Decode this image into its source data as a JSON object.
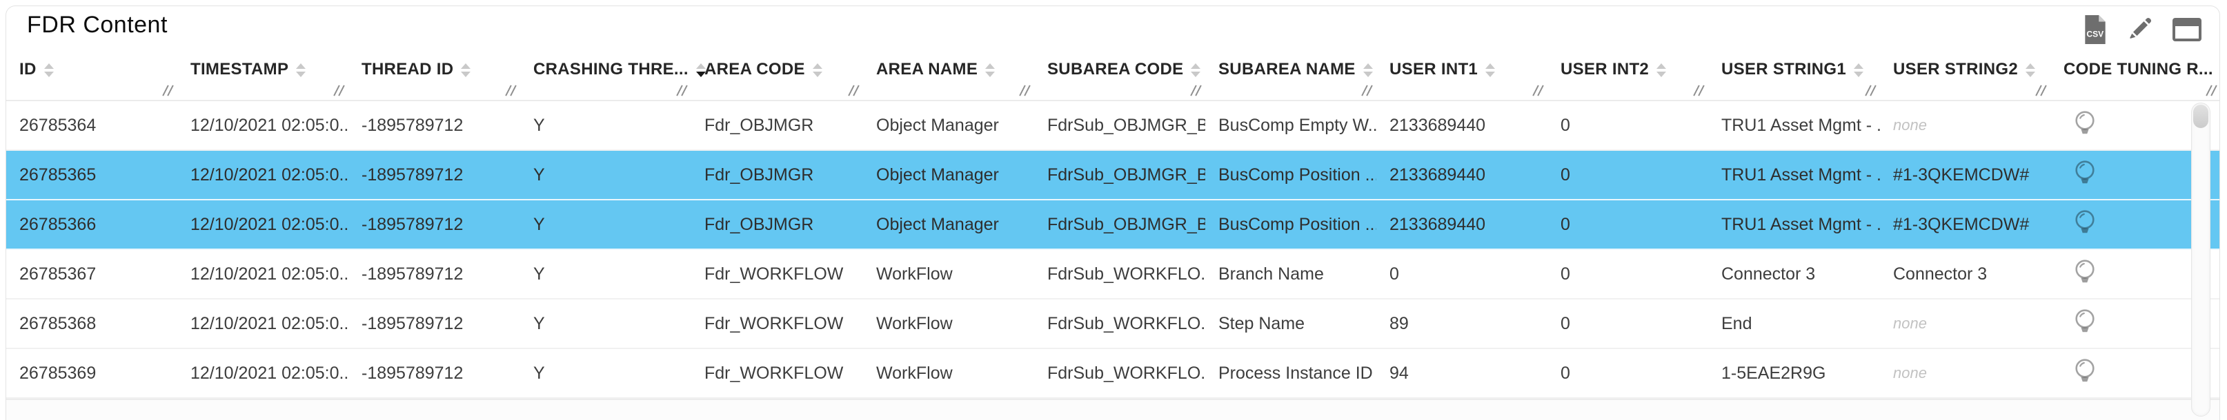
{
  "title": "FDR Content",
  "toolbar": {
    "icons": [
      {
        "name": "export-csv-icon",
        "glyph": "csv-file"
      },
      {
        "name": "edit-icon",
        "glyph": "pencil"
      },
      {
        "name": "window-icon",
        "glyph": "window"
      }
    ]
  },
  "table": {
    "columns": [
      {
        "label": "ID",
        "sort": "unsorted"
      },
      {
        "label": "TIMESTAMP",
        "sort": "unsorted"
      },
      {
        "label": "THREAD ID",
        "sort": "unsorted"
      },
      {
        "label": "CRASHING THRE...",
        "sort": "desc"
      },
      {
        "label": "AREA CODE",
        "sort": "unsorted"
      },
      {
        "label": "AREA NAME",
        "sort": "unsorted"
      },
      {
        "label": "SUBAREA CODE",
        "sort": "unsorted"
      },
      {
        "label": "SUBAREA NAME",
        "sort": "unsorted"
      },
      {
        "label": "USER INT1",
        "sort": "unsorted"
      },
      {
        "label": "USER INT2",
        "sort": "unsorted"
      },
      {
        "label": "USER STRING1",
        "sort": "unsorted"
      },
      {
        "label": "USER STRING2",
        "sort": "unsorted"
      },
      {
        "label": "CODE TUNING R...",
        "sort": "unsorted"
      }
    ],
    "code_tuning_icon": "lightbulb",
    "rows": [
      {
        "selected": false,
        "user_string2_muted": true,
        "cells": [
          "26785364",
          "12/10/2021 02:05:0...",
          "-1895789712",
          "Y",
          "Fdr_OBJMGR",
          "Object Manager",
          "FdrSub_OBJMGR_B...",
          "BusComp Empty W...",
          "2133689440",
          "0",
          "TRU1 Asset Mgmt - ...",
          "none"
        ]
      },
      {
        "selected": true,
        "user_string2_muted": false,
        "cells": [
          "26785365",
          "12/10/2021 02:05:0...",
          "-1895789712",
          "Y",
          "Fdr_OBJMGR",
          "Object Manager",
          "FdrSub_OBJMGR_B...",
          "BusComp Position ...",
          "2133689440",
          "0",
          "TRU1 Asset Mgmt - ...",
          "#1-3QKEMCDW#"
        ]
      },
      {
        "selected": true,
        "user_string2_muted": false,
        "cells": [
          "26785366",
          "12/10/2021 02:05:0...",
          "-1895789712",
          "Y",
          "Fdr_OBJMGR",
          "Object Manager",
          "FdrSub_OBJMGR_B...",
          "BusComp Position ...",
          "2133689440",
          "0",
          "TRU1 Asset Mgmt - ...",
          "#1-3QKEMCDW#"
        ]
      },
      {
        "selected": false,
        "user_string2_muted": false,
        "cells": [
          "26785367",
          "12/10/2021 02:05:0...",
          "-1895789712",
          "Y",
          "Fdr_WORKFLOW",
          "WorkFlow",
          "FdrSub_WORKFLO...",
          "Branch Name",
          "0",
          "0",
          "Connector 3",
          "Connector 3"
        ]
      },
      {
        "selected": false,
        "user_string2_muted": true,
        "cells": [
          "26785368",
          "12/10/2021 02:05:0...",
          "-1895789712",
          "Y",
          "Fdr_WORKFLOW",
          "WorkFlow",
          "FdrSub_WORKFLO...",
          "Step Name",
          "89",
          "0",
          "End",
          "none"
        ]
      },
      {
        "selected": false,
        "user_string2_muted": true,
        "cells": [
          "26785369",
          "12/10/2021 02:05:0...",
          "-1895789712",
          "Y",
          "Fdr_WORKFLOW",
          "WorkFlow",
          "FdrSub_WORKFLO...",
          "Process Instance ID",
          "94",
          "0",
          "1-5EAE2R9G",
          "none"
        ]
      }
    ]
  },
  "colors": {
    "selection_blue": "#64c7f2",
    "icon_gray": "#6e6e6e",
    "sort_active": "#1a1a1a",
    "header_text": "#262626",
    "cell_text": "#3d3d3d",
    "muted_text": "#c2c2c2"
  }
}
